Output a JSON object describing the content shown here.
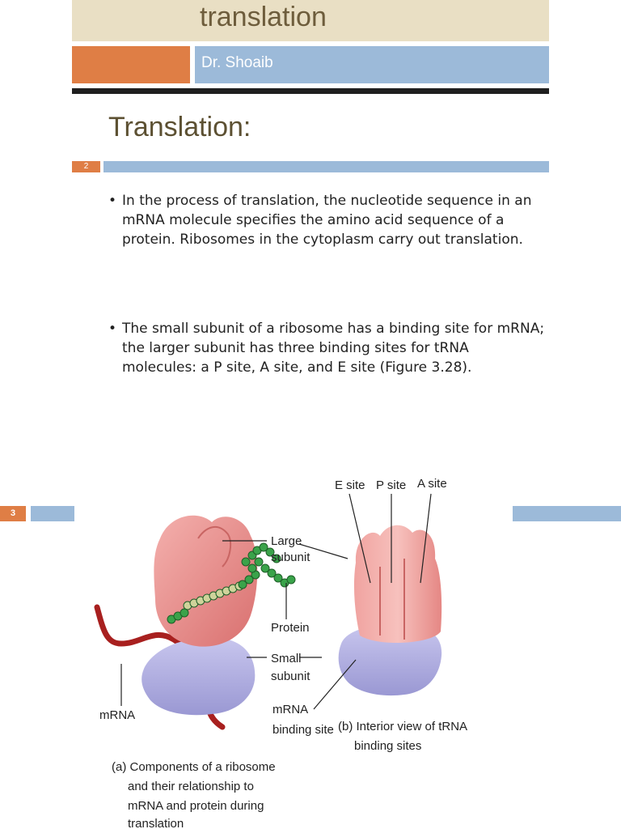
{
  "slide1": {
    "deck_title": "translation",
    "author": "Dr. Shoaib",
    "heading": "Translation:",
    "slide_number": "2",
    "bullets": [
      "In the process of translation, the nucleotide sequence in an mRNA molecule specifies the amino acid sequence of a protein. Ribosomes in the cytoplasm carry out translation.",
      "The small subunit of a ribosome has a binding site for mRNA; the larger subunit has three binding sites for tRNA molecules: a P site, A site, and E site (Figure 3.28)."
    ],
    "bullet_glyph": "•"
  },
  "slide2": {
    "slide_number": "3",
    "figure": {
      "labels": {
        "e_site": "E site",
        "p_site": "P site",
        "a_site": "A site",
        "large": "Large",
        "subunit": "subunit",
        "protein": "Protein",
        "small": "Small",
        "small_subunit": "subunit",
        "mrna": "mRNA",
        "mrna_bs_1": "mRNA",
        "mrna_bs_2": "binding site"
      },
      "caption_a": [
        "(a) Components of a ribosome",
        "and their relationship to",
        "mRNA and protein during",
        "translation"
      ],
      "caption_b": [
        "(b) Interior view of tRNA",
        "binding sites"
      ]
    }
  },
  "colors": {
    "accent_orange": "#df7e45",
    "accent_blue": "#9cbad9",
    "title_band": "#e9dfc4",
    "ribosome_large": "#eb8f8f",
    "ribosome_small": "#b3b1e2",
    "mrna": "#a8201f",
    "protein_beads": "#3aa34a"
  }
}
